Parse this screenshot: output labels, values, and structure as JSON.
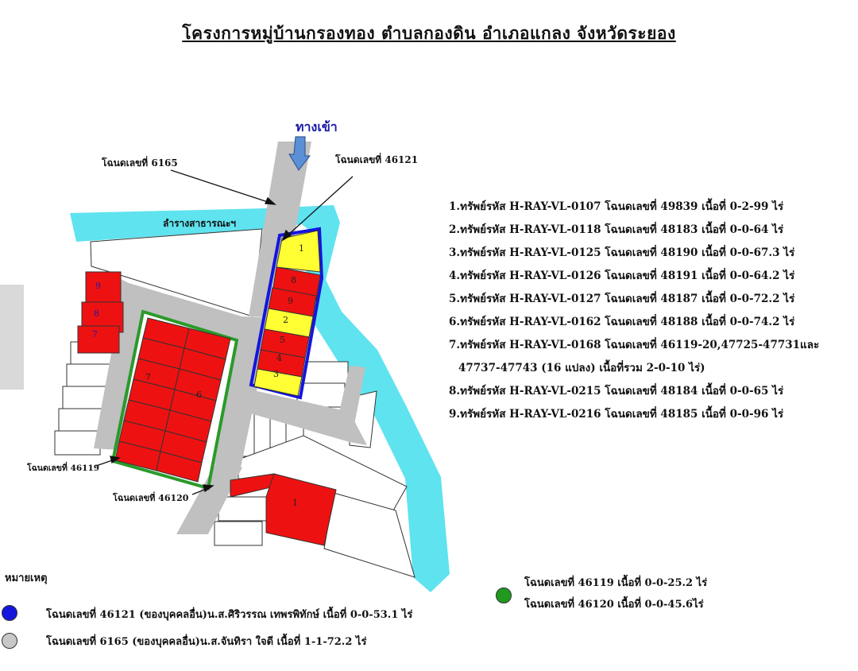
{
  "title": "โครงการหมู่บ้านกรองทอง ตำบลกองดิน อำเภอแกลง จังหวัดระยอง",
  "map": {
    "entrance_label": "ทางเข้า",
    "canal_label": "ลำรางสาธารณะฯ",
    "deed_labels": {
      "d6165": "โฉนดเลขที่ 6165",
      "d46121": "โฉนดเลขที่ 46121",
      "d46119": "โฉนดเลขที่ 46119",
      "d46120": "โฉนดเลขที่ 46120"
    },
    "plot_numbers": [
      "1",
      "2",
      "3",
      "4",
      "5",
      "6",
      "7",
      "8",
      "9"
    ]
  },
  "properties": [
    "1.ทรัพย์รหัส H-RAY-VL-0107 โฉนดเลขที่ 49839 เนื้อที่ 0-2-99 ไร่",
    "2.ทรัพย์รหัส H-RAY-VL-0118 โฉนดเลขที่ 48183 เนื้อที่ 0-0-64 ไร่",
    "3.ทรัพย์รหัส H-RAY-VL-0125 โฉนดเลขที่ 48190 เนื้อที่ 0-0-67.3 ไร่",
    "4.ทรัพย์รหัส H-RAY-VL-0126 โฉนดเลขที่ 48191 เนื้อที่ 0-0-64.2 ไร่",
    "5.ทรัพย์รหัส H-RAY-VL-0127 โฉนดเลขที่ 48187 เนื้อที่ 0-0-72.2 ไร่",
    "6.ทรัพย์รหัส H-RAY-VL-0162 โฉนดเลขที่ 48188 เนื้อที่ 0-0-74.2 ไร่",
    "7.ทรัพย์รหัส H-RAY-VL-0168 โฉนดเลขที่ 46119-20,47725-47731และ",
    "47737-47743 (16 แปลง) เนื้อที่รวม 2-0-10 ไร่)",
    "8.ทรัพย์รหัส H-RAY-VL-0215 โฉนดเลขที่ 48184 เนื้อที่ 0-0-65 ไร่",
    "9.ทรัพย์รหัส H-RAY-VL-0216 โฉนดเลขที่ 48185 เนื้อที่ 0-0-96 ไร่"
  ],
  "legend": {
    "title": "หมายเหตุ",
    "blue": "โฉนดเลขที่ 46121 (ของบุคคลอื่น)น.ส.ศิริวรรณ เทพรพิทักษ์ เนื้อที่ 0-0-53.1 ไร่",
    "grey": "โฉนดเลขที่ 6165 (ของบุคคลอื่น)น.ส.จันทิรา ใจดี เนื้อที่ 1-1-72.2 ไร่",
    "green_1": "โฉนดเลขที่ 46119 เนื้อที่ 0-0-25.2 ไร่",
    "green_2": "โฉนดเลขที่ 46120 เนื้อที่ 0-0-45.6ไร่"
  },
  "colors": {
    "canal": "#5fe3ef",
    "road": "#c0c0c0",
    "plot_red": "#ee1111",
    "plot_yellow": "#ffff33",
    "blue_border": "#1515dd",
    "green_border": "#2a9a2a",
    "grey_dot": "#c8c8c8",
    "blue_dot": "#1515dd",
    "green_dot": "#1f9a1f"
  }
}
